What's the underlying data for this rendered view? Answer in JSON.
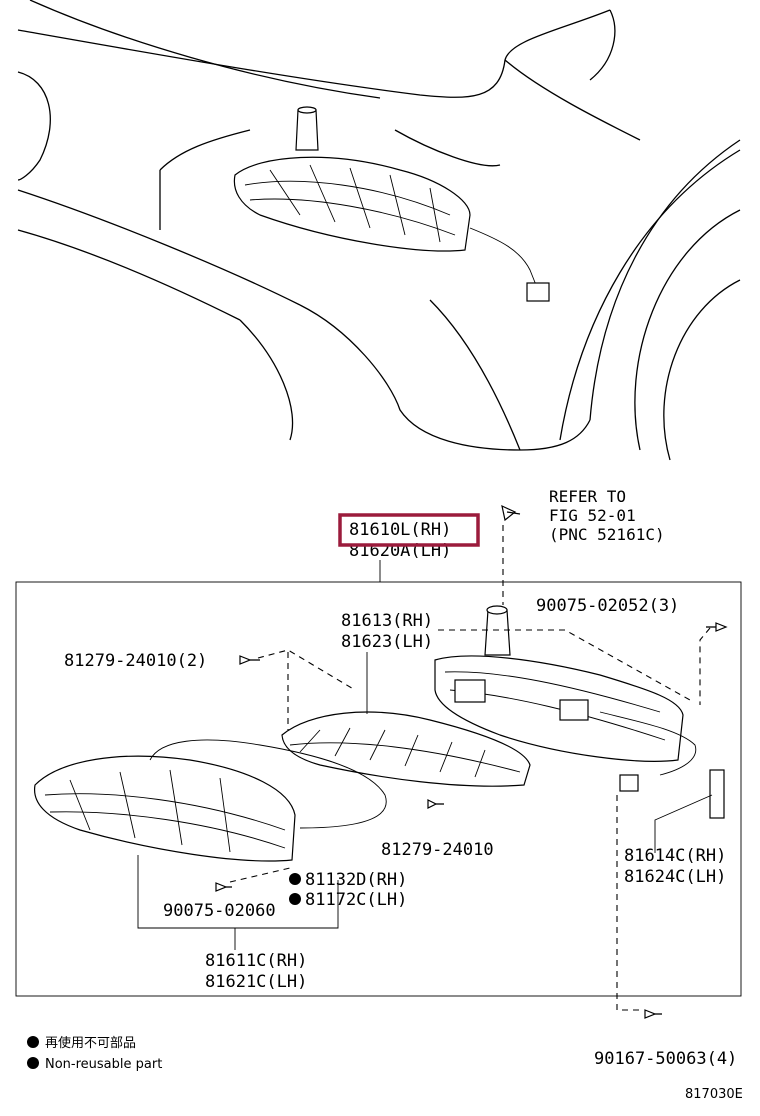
{
  "refer": {
    "line1": "REFER TO",
    "line2": "FIG 52-01",
    "line3": "(PNC 52161C)"
  },
  "parts": {
    "assembly_rh": "81610L(RH)",
    "assembly_lh": "81620A(LH)",
    "lens_rh": "81613(RH)",
    "lens_lh": "81623(LH)",
    "screw_left": "81279-24010(2)",
    "screw_mid": "81279-24010",
    "screw_top_right": "90075-02052(3)",
    "screw_bottom_left": "90075-02060",
    "seal_rh": "81132D(RH)",
    "seal_lh": "81172C(LH)",
    "housing_rh": "81611C(RH)",
    "housing_lh": "81621C(LH)",
    "socket_rh": "81614C(RH)",
    "socket_lh": "81624C(LH)",
    "bolt_bottom": "90167-50063(4)"
  },
  "legend": {
    "jp": "再使用不可部品",
    "en": "Non-reusable part"
  },
  "figure_code": "817030E",
  "colors": {
    "highlight": "#9b1b3c",
    "line": "#000000"
  }
}
